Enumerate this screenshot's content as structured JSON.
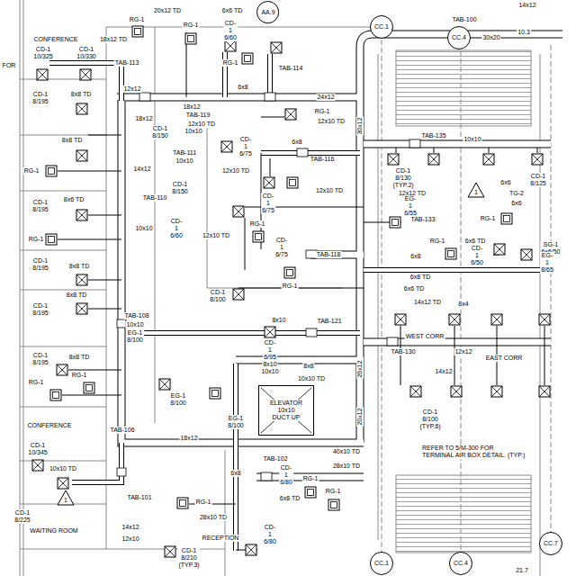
{
  "diagram": {
    "nodes": [
      {
        "text": [
          "AA.9"
        ]
      },
      {
        "text": [
          "CC.1"
        ]
      },
      {
        "text": [
          "CC.4"
        ]
      },
      {
        "text": [
          "1"
        ]
      },
      {
        "text": [
          "ELEVATOR",
          "10x10 DUCT UP"
        ]
      },
      {
        "text": [
          "1"
        ]
      },
      {
        "text": [
          "CC.7"
        ]
      },
      {
        "text": [
          "CC.1"
        ]
      },
      {
        "text": [
          "CC.4"
        ]
      }
    ],
    "labels": [
      "RG-1",
      "20x12 TD",
      "6x6 TD",
      "CD-1 6/60",
      "RG-1",
      "TAB-100",
      "14x12",
      "30x20",
      "10.3",
      "CONFERENCE",
      "18x12 TD",
      "CD-1 10/325",
      "CD-1 10/330",
      "TAB-113",
      "RG-1",
      "TAB-114",
      "FOR",
      "12x12",
      "6x8",
      "24x12",
      "CD-1 8/195",
      "8x8 TD",
      "18x12",
      "TAB-119",
      "18x12",
      "12x10 TD",
      "RG-1",
      "12x10 TD",
      "30x12",
      "TAB-135",
      "10x10",
      "8x8 TD",
      "CD-1 8/150",
      "10x10",
      "CD-1 6/75",
      "6x8",
      "TAB-111",
      "10x10",
      "TAB-116",
      "RG-1",
      "14x12",
      "CD-1 8/150",
      "12x10 TD",
      "12x10 TD",
      "CD-1 6/75",
      "CD-1 8/130 (TYP.2)",
      "12x12 TD",
      "EG-1 6/55",
      "CD-1 8/125",
      "6x6",
      "TG-2",
      "6x6",
      "CD-1 8/195",
      "8x6 TD",
      "TAB-110",
      "TAB-133",
      "RG-1",
      "SG-1 6x6/50",
      "CD-1 6/60",
      "12x10 TD",
      "10x10",
      "RG-1",
      "RG-1",
      "CD-1 6/75",
      "TAB-118",
      "RG-1",
      "6x6 TD",
      "CD-1 6/50",
      "EG-1 8/65",
      "CD-1 8/195",
      "8x8 TD",
      "6x8",
      "6x8 TD",
      "6x6 TD",
      "8x4",
      "14x12 TD",
      "CD-1 8/100",
      "RG-1",
      "8x8 TD",
      "CD-1 8/195",
      "TAB-108",
      "10x10",
      "EG-1 8/100",
      "8x10",
      "TAB-121",
      "CD-1 6/95",
      "WEST CORR",
      "TAB-130",
      "12x12",
      "14x12",
      "26x12",
      "CD-1 8/195",
      "8x8 TD",
      "RG-1",
      "8x10",
      "10x10",
      "8x8",
      "RG-1",
      "10x10 TD",
      "EG-1 8/100",
      "EG-1 8/100",
      "20x12",
      "CD-1 8/100 (TYP.6)",
      "EAST CORR",
      "REFER TO 5/M-300 FOR TERMINAL AIR BOX DETAIL. (TYP.)",
      "CONFERENCE",
      "TAB-106",
      "18x12",
      "CD-1 10/345",
      "TAB-102",
      "40x10 TD",
      "28x10 TD",
      "10x10 TD",
      "6x8",
      "CD-1 6/80",
      "RG-1",
      "6x8 TD",
      "RG-1",
      "TAB-101",
      "CD-1 8/225",
      "WAITING ROOM",
      "14x12",
      "28x10 TD",
      "RG-1",
      "12x10",
      "RECEPTION",
      "CD-1 6/80",
      "CD-1 8/210 (TYP.3)",
      "21.7"
    ]
  }
}
